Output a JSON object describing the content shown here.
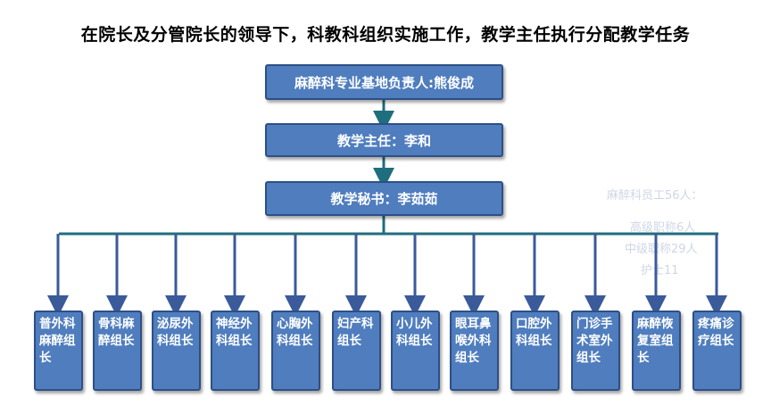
{
  "title": "在院长及分管院长的领导下，科教科组织实施工作，教学主任执行分配教学任务",
  "nodes": {
    "base_head": "麻醉科专业基地负责人:熊俊成",
    "teaching_director": "教学主任：李和",
    "teaching_secretary": "教学秘书：李茹茹"
  },
  "leaders": [
    "普外科麻醉组长",
    "骨科麻醉组长",
    "泌尿外科组长",
    "神经外科组长",
    "心胸外科组长",
    "妇产科组长",
    "小儿外科组长",
    "眼耳鼻喉外科组长",
    "口腔外科组长",
    "门诊手术室外组长",
    "麻醉恢复室组长",
    "疼痛诊疗组长"
  ],
  "faint_notes": {
    "line1": "麻醉科员工56人：",
    "line2": "高级职称6人",
    "line3": "中级职称29人",
    "line4": "护士11"
  },
  "colors": {
    "box_fill": "#4F7DBE",
    "box_border": "#2E4F86",
    "connector": "#1F6E7E",
    "arrow": "#3A5A9A"
  }
}
